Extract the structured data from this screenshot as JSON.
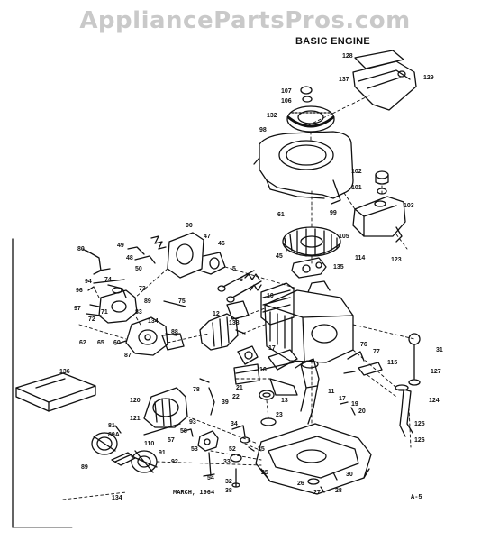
{
  "header": {
    "watermark": "AppliancePartsPros.com",
    "title": "BASIC ENGINE"
  },
  "footer": {
    "date": "MARCH, 1964",
    "sheet": "A-5"
  },
  "callouts": [
    "128",
    "129",
    "137",
    "107",
    "106",
    "132",
    "98",
    "102",
    "101",
    "103",
    "61",
    "99",
    "105",
    "114",
    "123",
    "90",
    "47",
    "46",
    "80",
    "49",
    "48",
    "50",
    "45",
    "135",
    "5",
    "6",
    "10",
    "94",
    "74",
    "73",
    "96",
    "97",
    "72",
    "71",
    "83",
    "89",
    "134",
    "88",
    "62",
    "65",
    "60",
    "87",
    "75",
    "12",
    "133",
    "17",
    "78",
    "76",
    "77",
    "115",
    "31",
    "127",
    "124",
    "136",
    "120",
    "121",
    "93",
    "58",
    "57",
    "53",
    "54",
    "39",
    "34",
    "35",
    "52",
    "33",
    "22",
    "21",
    "13",
    "11",
    "16",
    "23",
    "17",
    "19",
    "20",
    "125",
    "126",
    "32",
    "38",
    "25",
    "26",
    "27",
    "28",
    "30",
    "81",
    "110",
    "91",
    "92",
    "89A",
    "89",
    "134"
  ]
}
